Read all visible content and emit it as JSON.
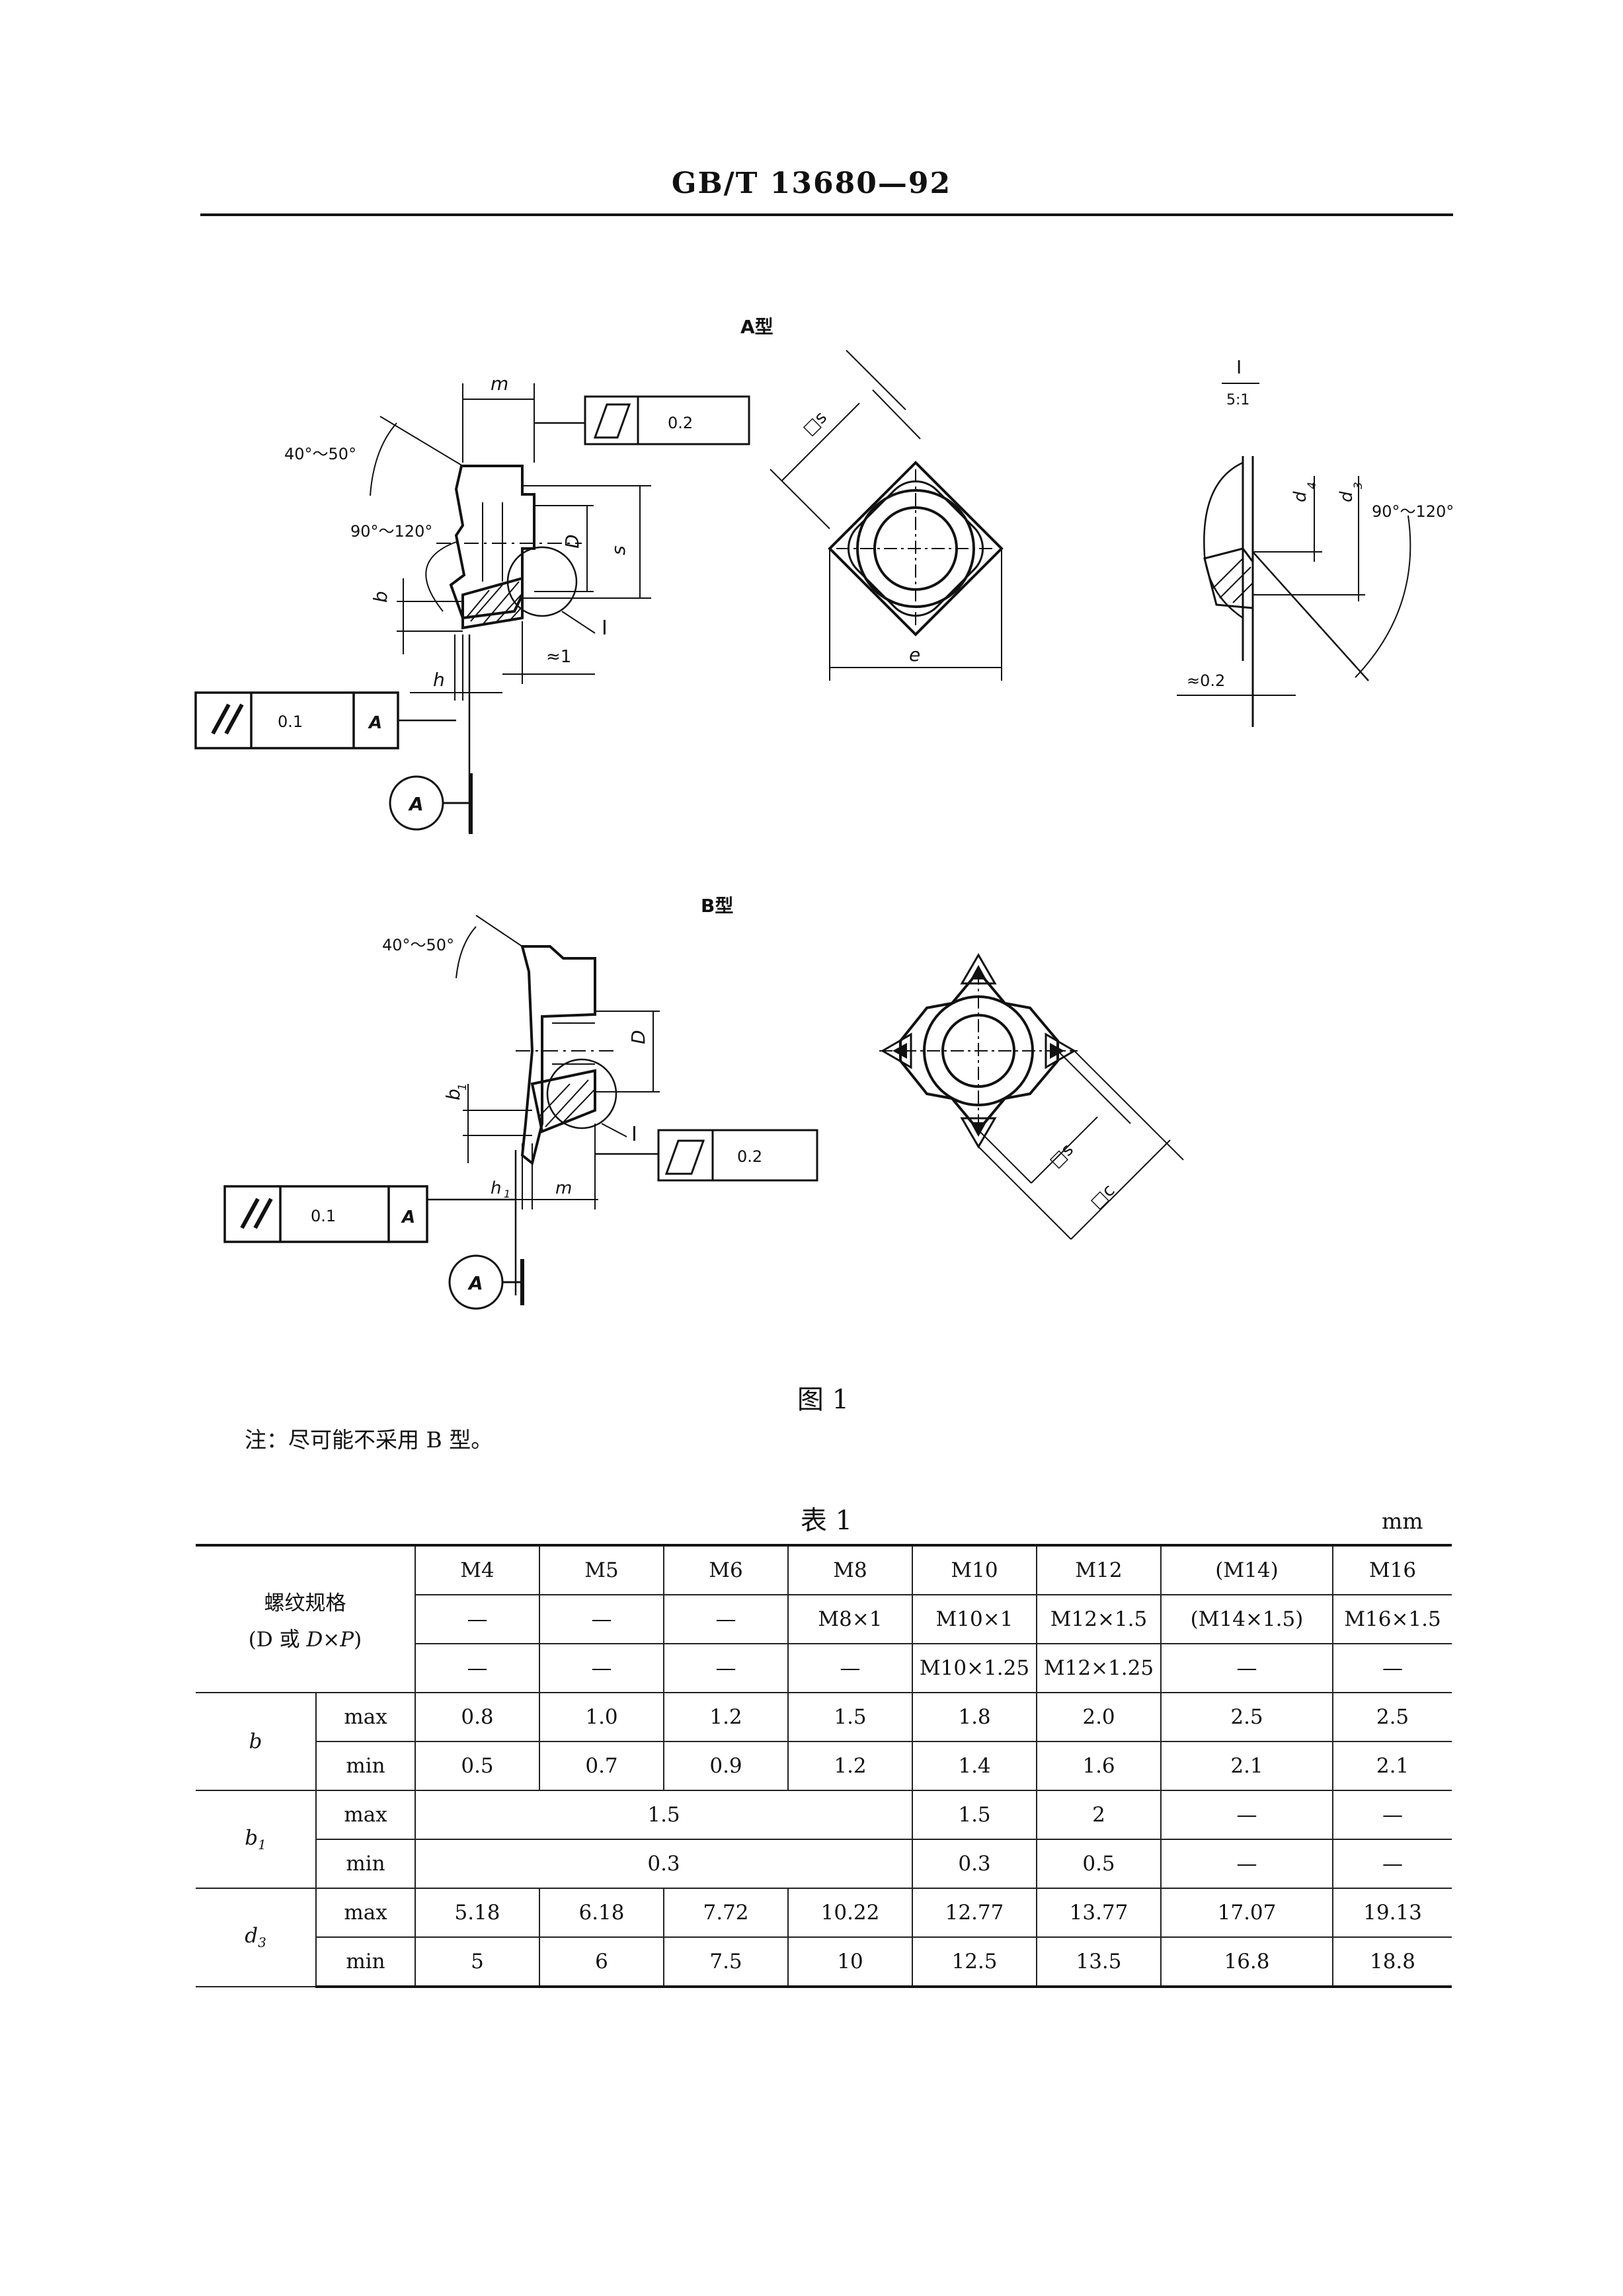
{
  "header": {
    "standard_no": "GB/T 13680—92"
  },
  "figure": {
    "type_a_label": "A型",
    "type_b_label": "B型",
    "detail_label": "I",
    "detail_scale": "5:1",
    "labels": {
      "m": "m",
      "s": "s",
      "D": "D",
      "b": "b",
      "h": "h",
      "e": "e",
      "b1": "b",
      "h1": "h",
      "c": "c",
      "d4": "d",
      "d3": "d",
      "I": "I",
      "A": "A",
      "sub1": "1",
      "sub3": "3",
      "sub4": "4",
      "approx1": "≈1",
      "approx02": "≈0.2",
      "angle_40_50": "40°～50°",
      "angle_90_120": "90°～120°",
      "angle_90_120_detail": "90°～120°",
      "box_s": "□s",
      "box_c": "□c"
    },
    "tolerances": {
      "flatness_a": "0.2",
      "parallel_a": "0.1",
      "parallel_a_datum": "A",
      "flatness_b": "0.2",
      "parallel_b": "0.1",
      "parallel_b_datum": "A"
    },
    "caption": "图 1"
  },
  "note": "注：尽可能不采用 B 型。",
  "table": {
    "caption": "表 1",
    "unit": "mm",
    "spec_header": "螺纹规格",
    "spec_header2_a": "(D 或 ",
    "spec_header2_b": "D×P",
    "spec_header2_c": ")",
    "row1": [
      "M4",
      "M5",
      "M6",
      "M8",
      "M10",
      "M12",
      "(M14)",
      "M16"
    ],
    "row2": [
      "—",
      "—",
      "—",
      "M8×1",
      "M10×1",
      "M12×1.5",
      "(M14×1.5)",
      "M16×1.5"
    ],
    "row3": [
      "—",
      "—",
      "—",
      "—",
      "M10×1.25",
      "M12×1.25",
      "—",
      "—"
    ],
    "b": {
      "symbol": "b",
      "max_label": "max",
      "min_label": "min",
      "max": [
        "0.8",
        "1.0",
        "1.2",
        "1.5",
        "1.8",
        "2.0",
        "2.5",
        "2.5"
      ],
      "min": [
        "0.5",
        "0.7",
        "0.9",
        "1.2",
        "1.4",
        "1.6",
        "2.1",
        "2.1"
      ]
    },
    "b1": {
      "symbol": "b",
      "sub": "1",
      "max_label": "max",
      "min_label": "min",
      "max": [
        "1.5",
        "1.5",
        "2",
        "—",
        "—"
      ],
      "min": [
        "0.3",
        "0.3",
        "0.5",
        "—",
        "—"
      ]
    },
    "d3": {
      "symbol": "d",
      "sub": "3",
      "max_label": "max",
      "min_label": "min",
      "max": [
        "5.18",
        "6.18",
        "7.72",
        "10.22",
        "12.77",
        "13.77",
        "17.07",
        "19.13"
      ],
      "min": [
        "5",
        "6",
        "7.5",
        "10",
        "12.5",
        "13.5",
        "16.8",
        "18.8"
      ]
    }
  }
}
